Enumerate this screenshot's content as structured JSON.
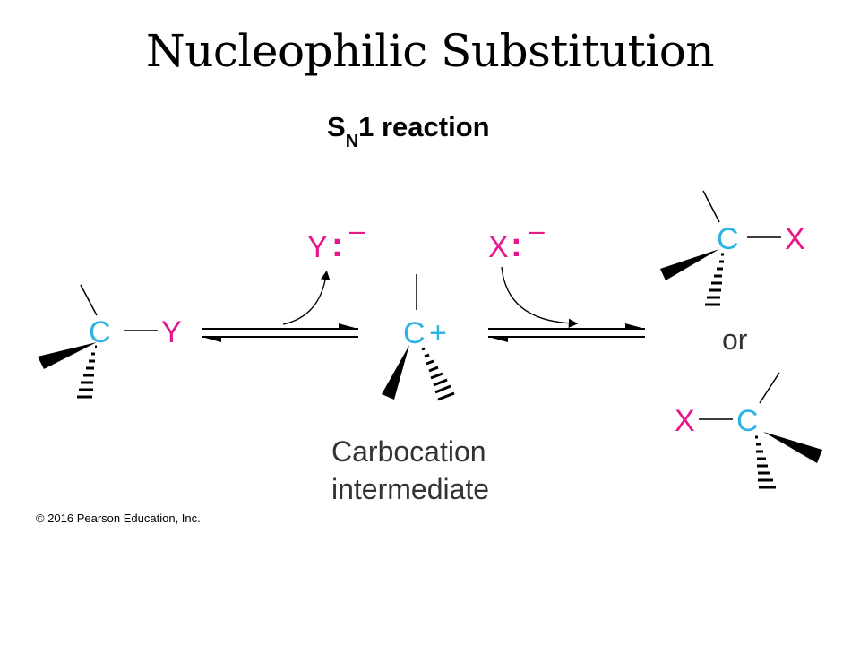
{
  "slide": {
    "title": "Nucleophilic Substitution"
  },
  "reaction": {
    "name_main": "S",
    "name_subscript": "N",
    "name_rest": "1 reaction",
    "reactant": {
      "carbon": "C",
      "leaving_group": "Y"
    },
    "leaving_ion": {
      "atom": "Y",
      "lone_pair": ":",
      "charge": "–"
    },
    "intermediate": {
      "carbon": "C",
      "charge": "+",
      "caption_line1": "Carbocation",
      "caption_line2": "intermediate"
    },
    "nucleophile": {
      "atom": "X",
      "lone_pair": ":",
      "charge": "–"
    },
    "product_a": {
      "carbon": "C",
      "substituent": "X"
    },
    "connector": "or",
    "product_b": {
      "carbon": "C",
      "substituent": "X"
    }
  },
  "colors": {
    "carbon": "#2fb3e3",
    "group": "#e8158c",
    "bond": "#000000"
  },
  "footer": {
    "copyright": "© 2016 Pearson Education, Inc."
  }
}
